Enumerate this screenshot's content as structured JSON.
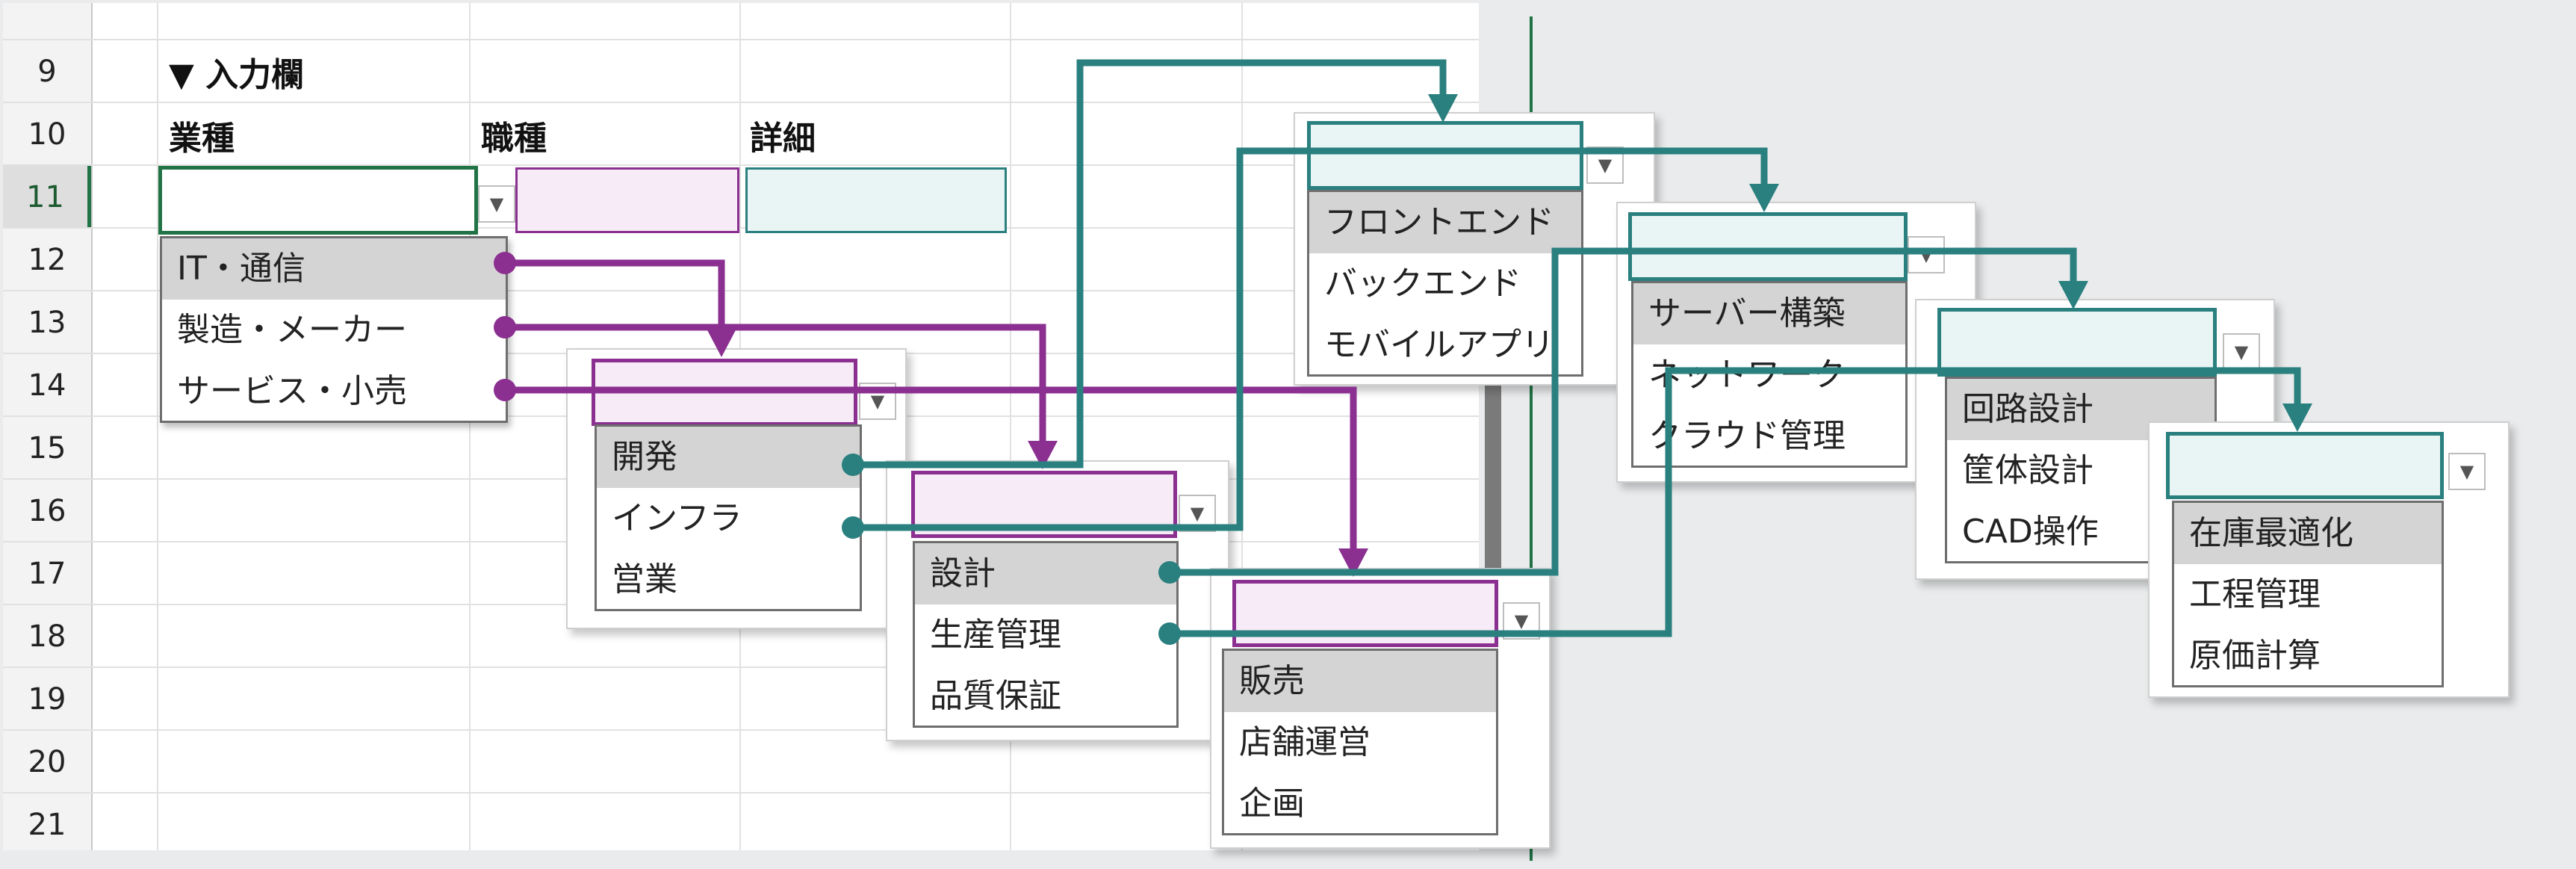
{
  "sheet": {
    "rows": [
      "9",
      "10",
      "11",
      "12",
      "13",
      "14",
      "15",
      "16",
      "17",
      "18",
      "19",
      "20",
      "21"
    ],
    "selected_row": "11",
    "section_title": "▼ 入力欄",
    "columns": {
      "industry": "業種",
      "job": "職種",
      "detail": "詳細"
    }
  },
  "lists": {
    "industry": [
      "IT・通信",
      "製造・メーカー",
      "サービス・小売"
    ],
    "it": [
      "開発",
      "インフラ",
      "営業"
    ],
    "mfg": [
      "設計",
      "生産管理",
      "品質保証"
    ],
    "service": [
      "販売",
      "店舗運営",
      "企画"
    ],
    "dev": [
      "フロントエンド",
      "バックエンド",
      "モバイルアプリ"
    ],
    "infra": [
      "サーバー構築",
      "ネットワーク",
      "クラウド管理"
    ],
    "design": [
      "回路設計",
      "筐体設計",
      "CAD操作"
    ],
    "prod": [
      "在庫最適化",
      "工程管理",
      "原価計算"
    ]
  },
  "colors": {
    "purple": "#8b2f91",
    "teal": "#2a7f7f",
    "job_fill": "#f6ebf6",
    "detail_fill": "#e9f5f4",
    "selected_border": "#217346"
  },
  "icons": {
    "dropdown": "chevron-down-icon",
    "connector_dot": "dot-icon",
    "arrow": "arrowhead-icon"
  }
}
